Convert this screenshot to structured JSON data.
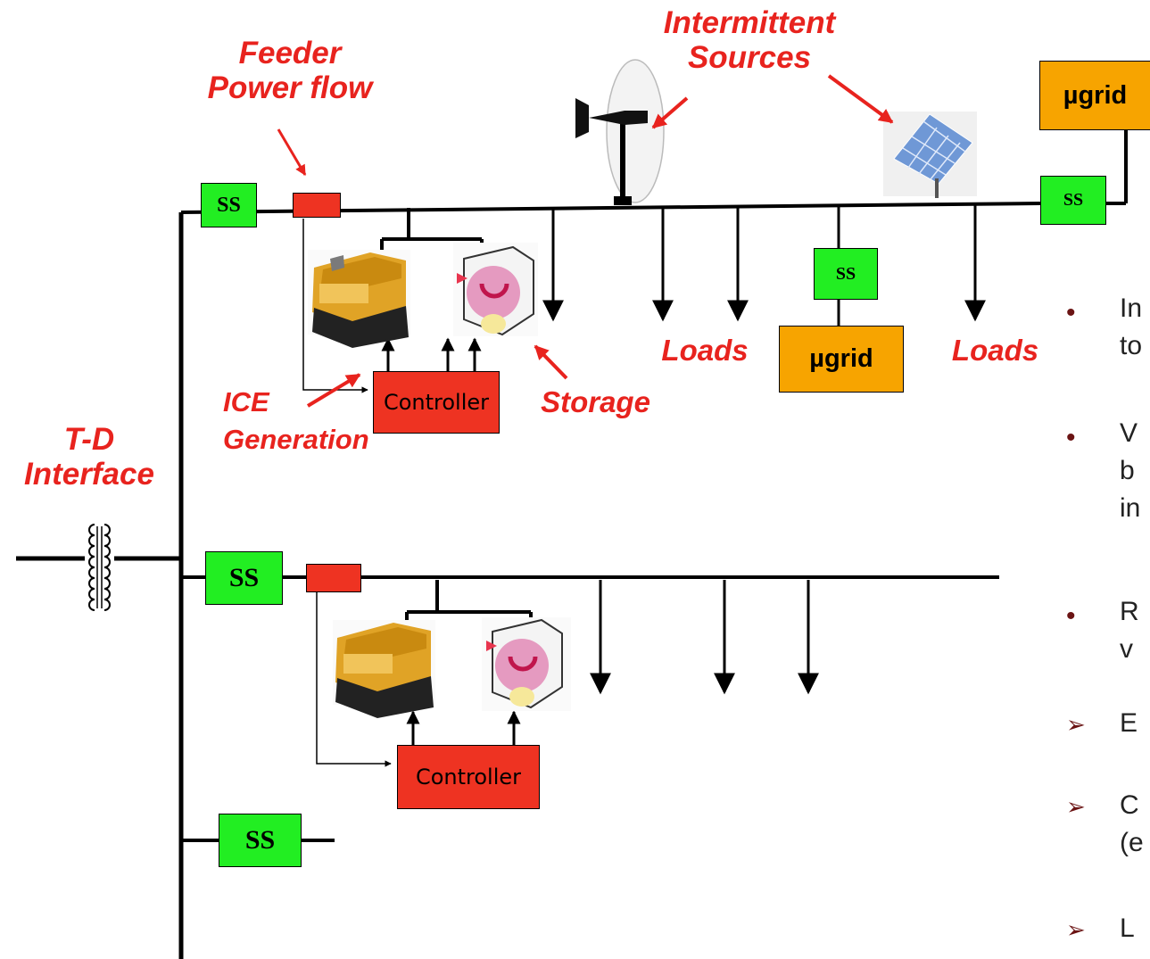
{
  "labels": {
    "feeder_power_flow": "Feeder\nPower flow",
    "intermittent_sources": "Intermittent\nSources",
    "t_d_interface": "T-D\nInterface",
    "loads_1": "Loads",
    "loads_2": "Loads",
    "storage": "Storage",
    "ice_generation": "ICE\nGeneration"
  },
  "boxes": {
    "ss": "SS",
    "controller": "Controller",
    "ugrid": "µgrid"
  },
  "bullets": [
    {
      "marker": "•",
      "lines": [
        "In",
        "to"
      ]
    },
    {
      "marker": "•",
      "lines": [
        "V",
        "b",
        "in"
      ]
    },
    {
      "marker": "•",
      "lines": [
        "R",
        "v"
      ]
    },
    {
      "marker": "➢",
      "lines": [
        "E"
      ]
    },
    {
      "marker": "➢",
      "lines": [
        "C",
        "(e"
      ]
    },
    {
      "marker": "➢",
      "lines": [
        "L"
      ]
    }
  ],
  "colors": {
    "label_red": "#e8231e",
    "ss_green": "#22ee22",
    "controller_red": "#ee3322",
    "ugrid_orange": "#f7a400",
    "bullet_marker": "#6b1414"
  }
}
